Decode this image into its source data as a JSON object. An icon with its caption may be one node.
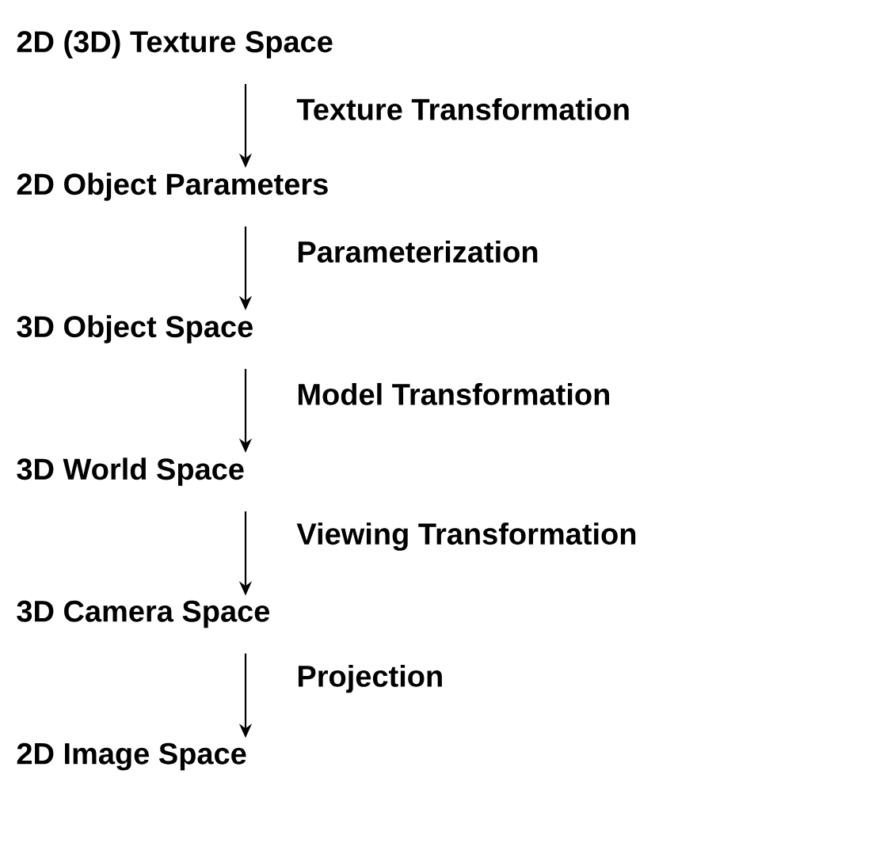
{
  "diagram": {
    "nodes": [
      {
        "text": [
          "2D (3D) Texture Space"
        ]
      },
      {
        "text": [
          "2D Object Parameters"
        ]
      },
      {
        "text": [
          "3D Object Space"
        ]
      },
      {
        "text": [
          "3D World Space"
        ]
      },
      {
        "text": [
          "3D Camera Space"
        ]
      },
      {
        "text": [
          "2D Image Space"
        ]
      }
    ],
    "edges": [
      {
        "from": 0,
        "to": 1,
        "arrow": "to",
        "label": "Texture Transformation"
      },
      {
        "from": 1,
        "to": 2,
        "arrow": "to",
        "label": "Parameterization"
      },
      {
        "from": 2,
        "to": 3,
        "arrow": "to",
        "label": "Model Transformation"
      },
      {
        "from": 3,
        "to": 4,
        "arrow": "to",
        "label": "Viewing Transformation"
      },
      {
        "from": 4,
        "to": 5,
        "arrow": "to",
        "label": "Projection"
      }
    ]
  }
}
